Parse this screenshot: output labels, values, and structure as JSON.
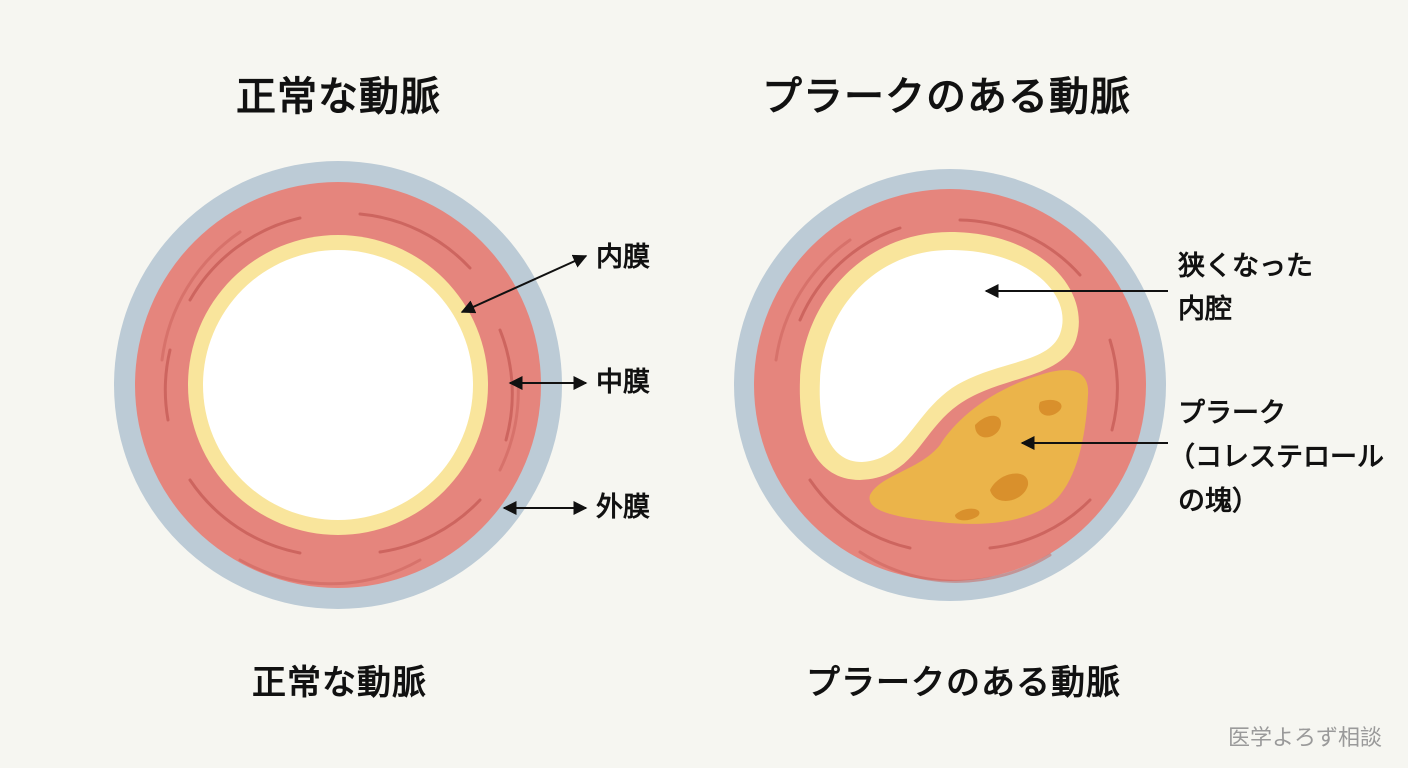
{
  "left_panel": {
    "title": "正常な動脈",
    "caption": "正常な動脈",
    "labels": {
      "intima": "内膜",
      "media": "中膜",
      "adventitia": "外膜"
    }
  },
  "right_panel": {
    "title": "プラークのある動脈",
    "caption": "プラークのある動脈",
    "labels": {
      "narrowed_lumen_line1": "狭くなった",
      "narrowed_lumen_line2": "内腔",
      "plaque_line1": "プラーク",
      "plaque_line2": "（コレステロール",
      "plaque_line3": "の塊）"
    }
  },
  "watermark": "医学よろず相談",
  "colors": {
    "background": "#f6f6f1",
    "adventitia": "#bccbd6",
    "media": "#e5857d",
    "media_lines": "#c9605a",
    "intima": "#f9e59c",
    "lumen": "#ffffff",
    "plaque": "#ebb44a",
    "plaque_dark": "#d9902c"
  }
}
